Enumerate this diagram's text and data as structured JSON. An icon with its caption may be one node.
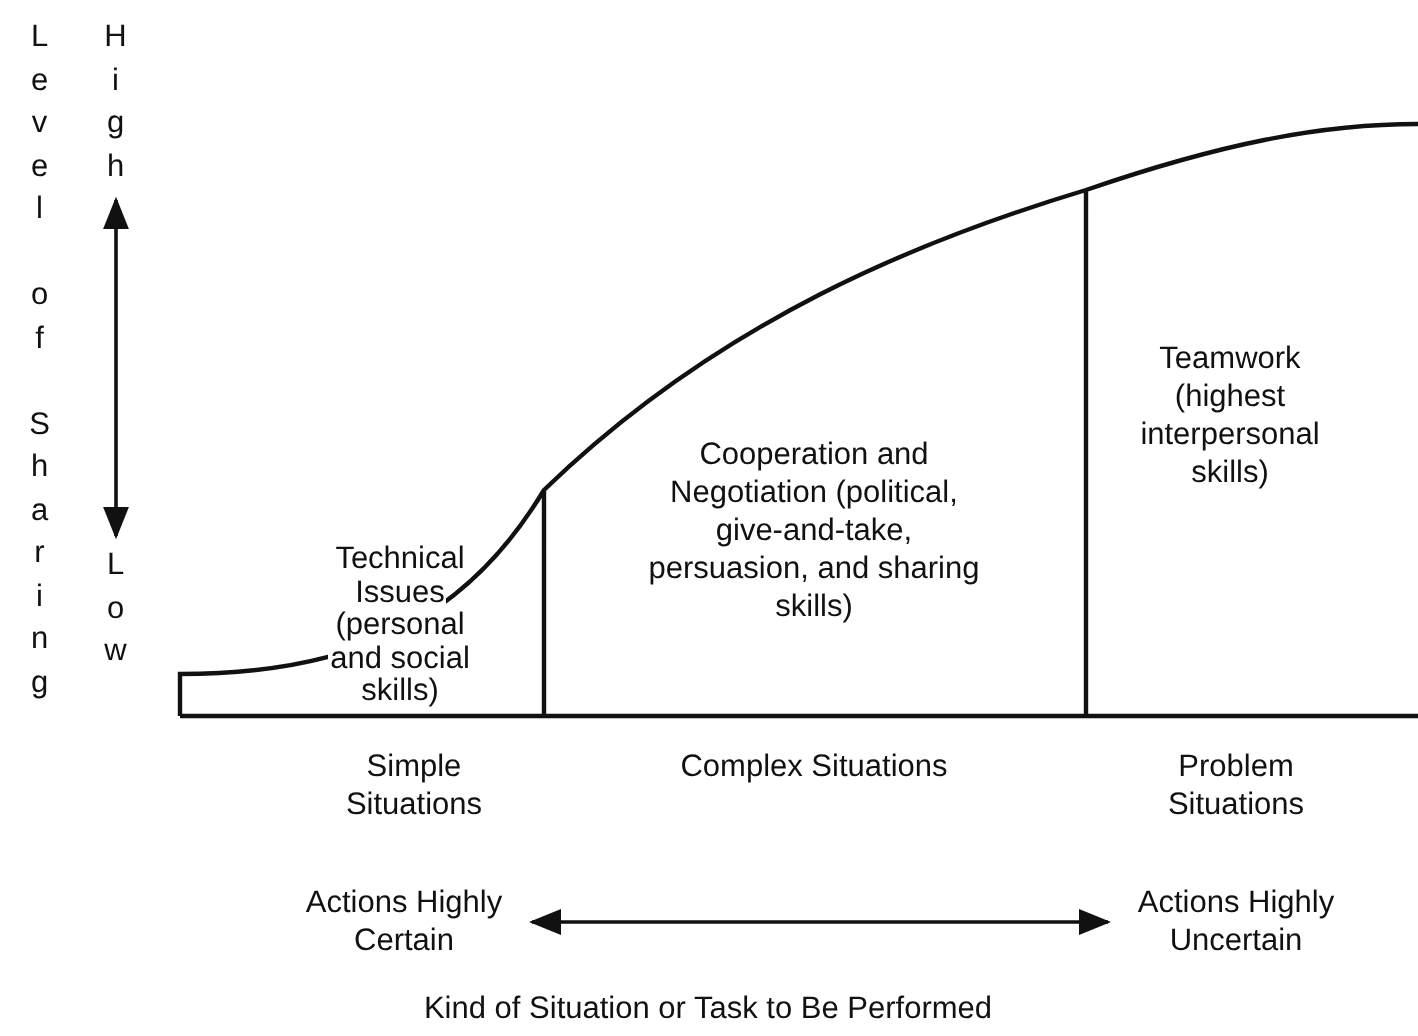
{
  "diagram": {
    "nodes": [
      {
        "text": [
          "High"
        ]
      },
      {
        "text": [
          "Low"
        ]
      },
      {
        "text": [
          "Actions Highly Certain"
        ]
      },
      {
        "text": [
          "Actions Highly Uncertain"
        ]
      }
    ],
    "edges": [
      {
        "from": 0,
        "to": 1,
        "arrow": "both"
      },
      {
        "from": 2,
        "to": 3,
        "arrow": "both"
      }
    ],
    "labels": [
      "Level of Sharing",
      "Technical Issues (personal and social skills)",
      "Cooperation and Negotiation (political, give-and-take, persuasion, and sharing skills)",
      "Teamwork (highest interpersonal skills)",
      "Simple Situations",
      "Complex Situations",
      "Problem Situations",
      "Kind of Situation or Task to Be Performed"
    ]
  }
}
